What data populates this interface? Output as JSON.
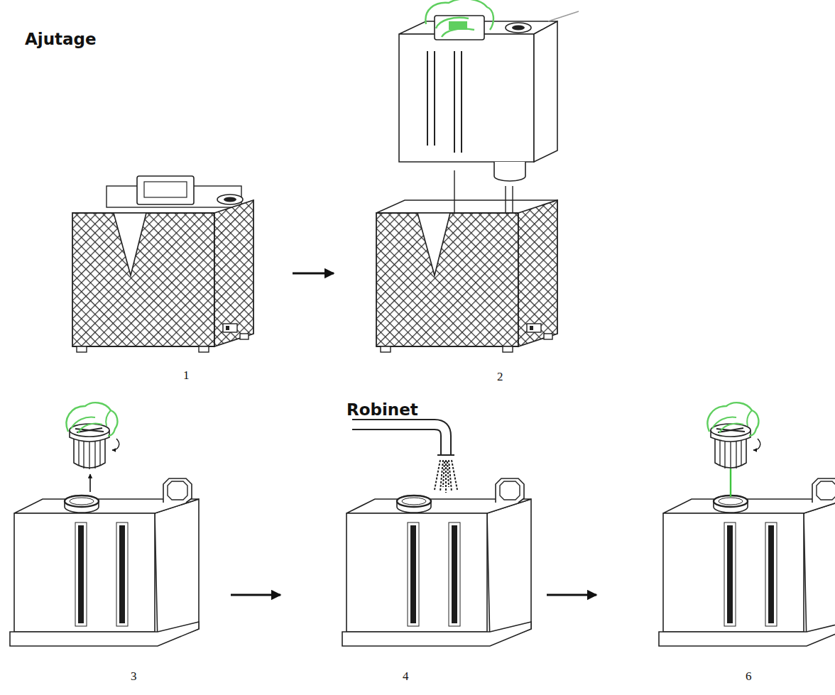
{
  "diagram": {
    "labels": [
      "Ajutage",
      "Robinet",
      "1",
      "2",
      "3",
      "4",
      "6"
    ]
  }
}
